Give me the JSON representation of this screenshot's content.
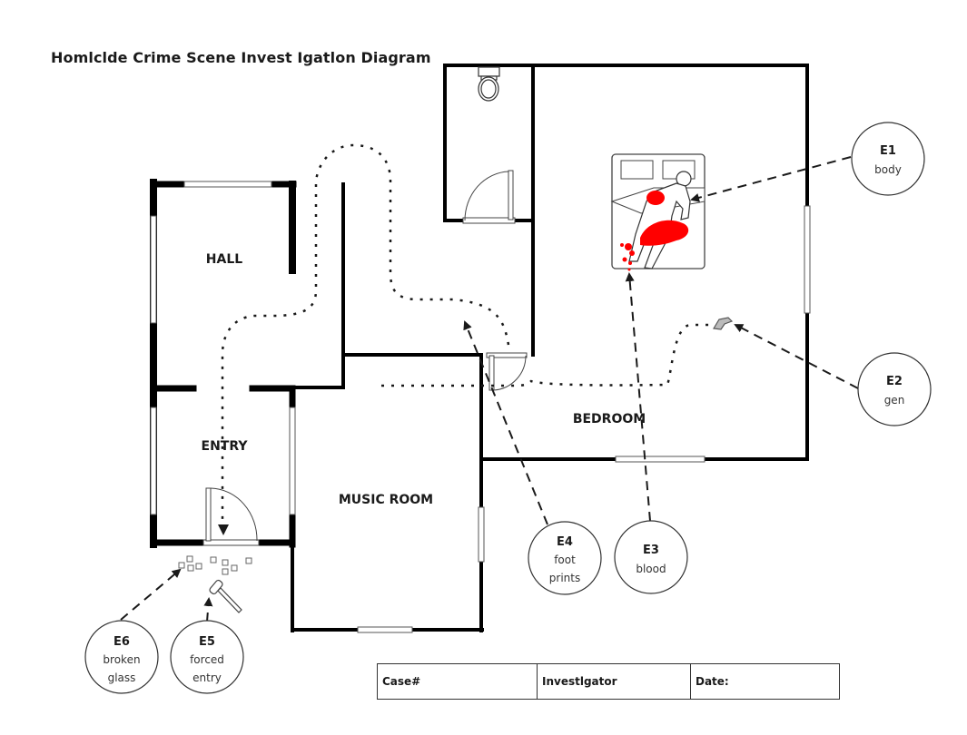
{
  "title": "Homlclde Crime Scene Invest Igatlon Diagram",
  "rooms": {
    "hall": "HALL",
    "entry": "ENTRY",
    "music_room": "MUSIC ROOM",
    "bedroom": "BEDROOM"
  },
  "evidence": [
    {
      "id": "E1",
      "lines": [
        "body"
      ]
    },
    {
      "id": "E2",
      "lines": [
        "gen"
      ]
    },
    {
      "id": "E3",
      "lines": [
        "blood"
      ]
    },
    {
      "id": "E4",
      "lines": [
        "foot",
        "prints"
      ]
    },
    {
      "id": "E5",
      "lines": [
        "forced",
        "entry"
      ]
    },
    {
      "id": "E6",
      "lines": [
        "broken",
        "glass"
      ]
    }
  ],
  "info_table": {
    "case_label": "Case#",
    "investigator_label": "Investlgator",
    "date_label": "Date:"
  },
  "colors": {
    "wall": "#000000",
    "blood": "#ff0000",
    "path": "#1a1a1a"
  }
}
